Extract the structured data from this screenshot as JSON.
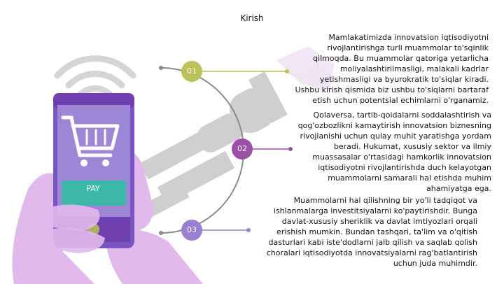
{
  "page": {
    "title": "Kirish"
  },
  "phone": {
    "pay_label": "PAY"
  },
  "timeline": [
    {
      "number": "01",
      "color": "#bcc256"
    },
    {
      "number": "02",
      "color": "#9b4fa6"
    },
    {
      "number": "03",
      "color": "#9a7fd2"
    }
  ],
  "paragraphs": [
    "Mamlakatimizda innovatsion iqtisodiyotni rivojlantirishga turli muammolar to'sqinlik qilmoqda. Bu muammolar qatoriga yetarlicha moliyalashtirilmasligi, malakali kadrlar yetishmasligi va byurokratik to'siqlar kiradi. Ushbu kirish qismida biz ushbu to'siqlarni bartaraf etish uchun potentsial echimlarni o'rganamiz.",
    "Qolaversa, tartib-qoidalarni soddalashtirish va qog'ozbozlikni kamaytirish innovatsion biznesning rivojlanishi uchun qulay muhit yaratishga yordam beradi. Hukumat, xususiy sektor va ilmiy muassasalar o'rtasidagi hamkorlik innovatsion iqtisodiyotni rivojlantirishda duch kelayotgan muammolarni samarali hal etishda muhim ahamiyatga ega.",
    "Muammolarni hal qilishning bir yo'li tadqiqot va ishlanmalarga investitsiyalarni ko'paytirishdir. Bunga davlat-xususiy sheriklik va davlat imtiyozlari orqali erishish mumkin. Bundan tashqari, ta'lim va o'qitish dasturlari kabi iste'dodlarni jalb qilish va saqlab qolish choralari iqtisodiyotda innovatsiyalarni rag'batlantirish uchun juda muhimdir."
  ],
  "colors": {
    "phone_body": "#9d86d6",
    "phone_frame": "#7a55c4",
    "phone_top": "#6f3fb0",
    "hand": "#e2b9ec",
    "pay_button": "#3db7a8",
    "wifi": "#d5d5d5",
    "watermark": "#c4c4c4",
    "arc": "#8a8a8a"
  }
}
